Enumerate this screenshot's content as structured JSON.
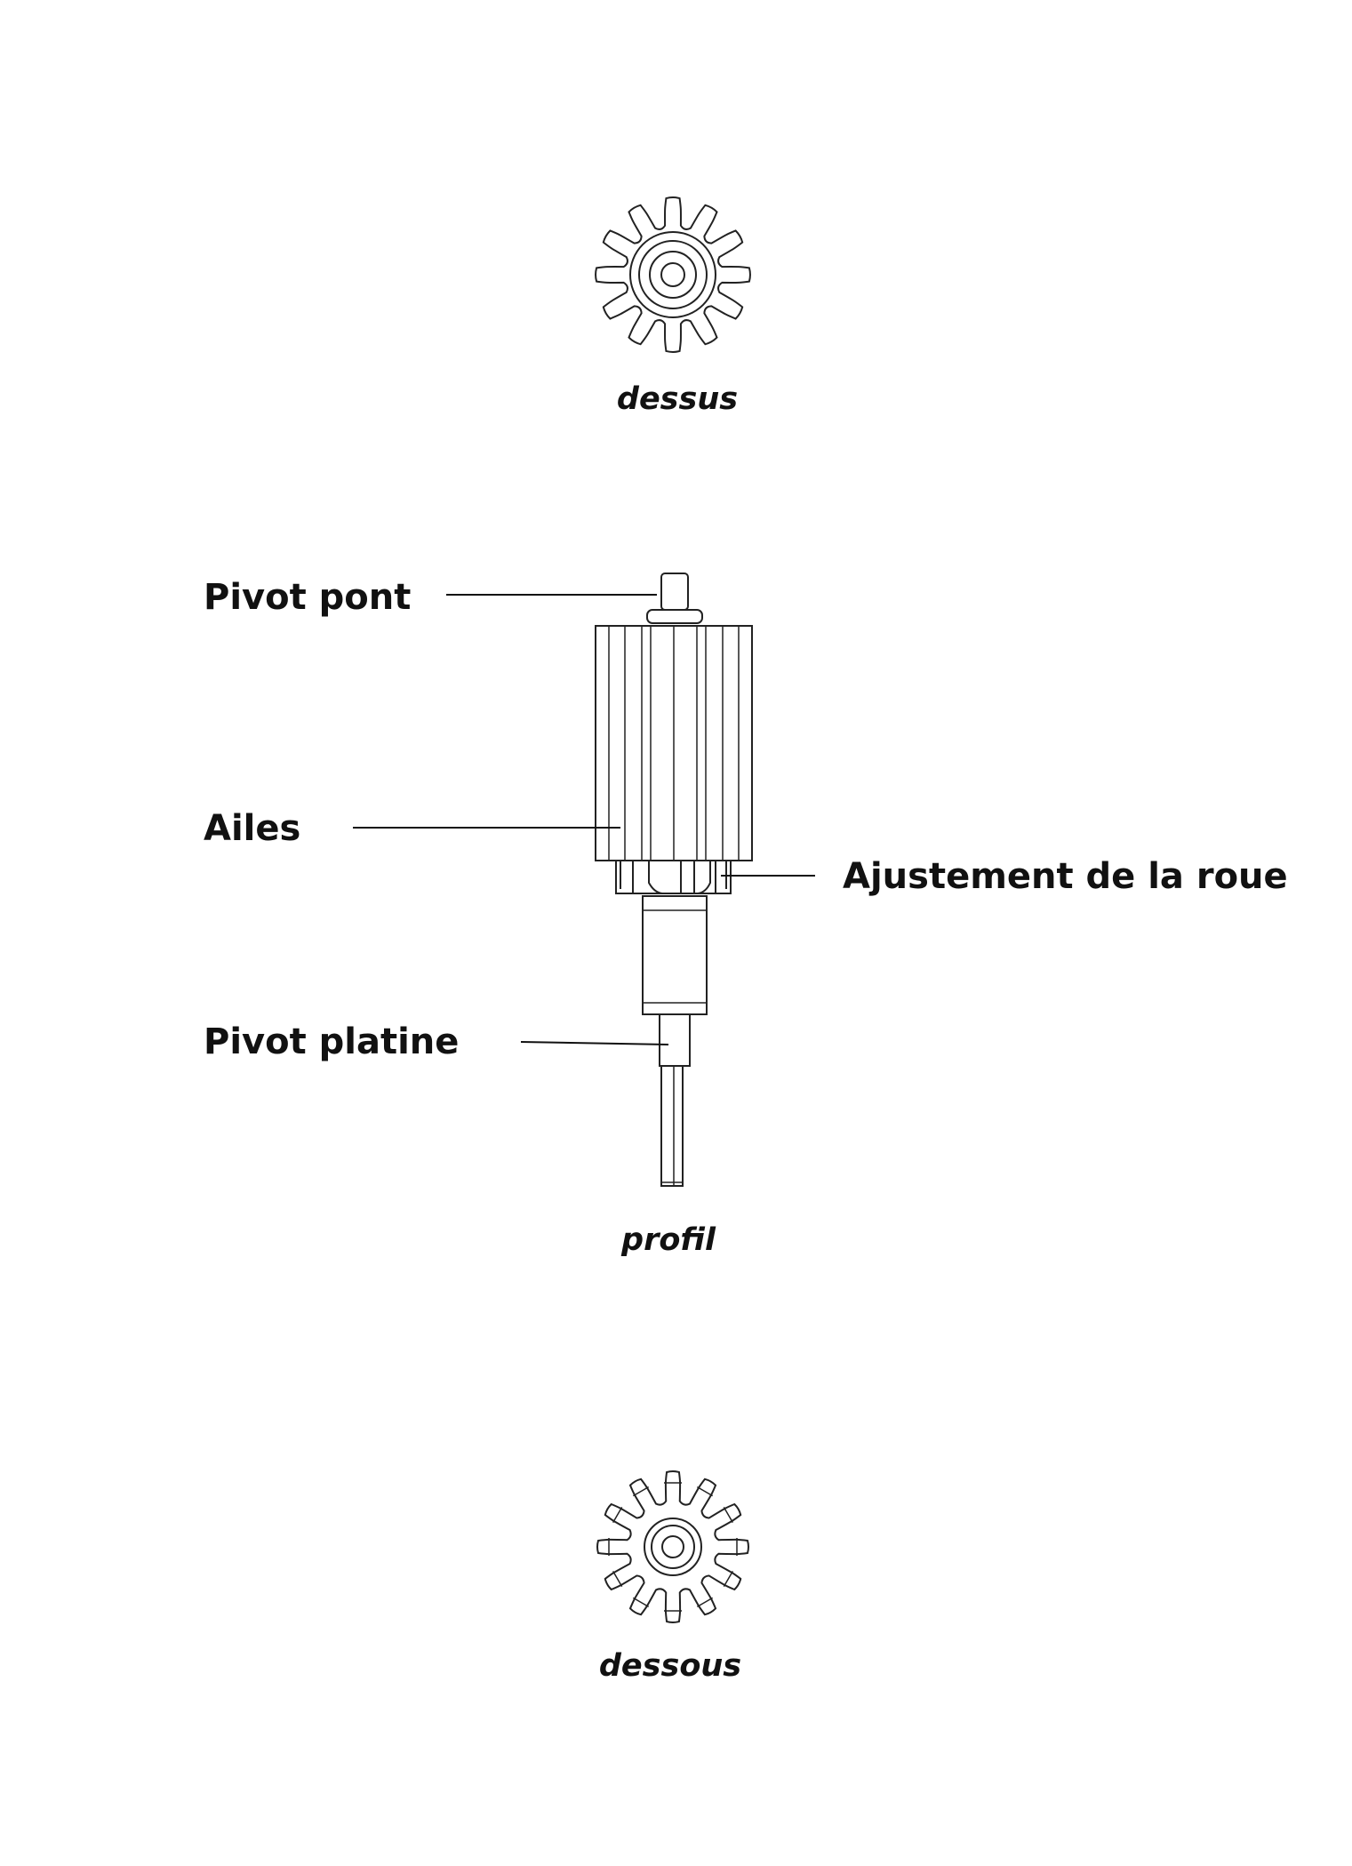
{
  "views": {
    "top_caption": "dessus",
    "profile_caption": "profil",
    "bottom_caption": "dessous"
  },
  "labels": {
    "pivot_pont": "Pivot pont",
    "ailes": "Ailes",
    "ajustement": "Ajustement de la roue",
    "pivot_platine": "Pivot platine"
  },
  "pinion": {
    "leaf_count": 12
  },
  "colors": {
    "line": "#222222",
    "text": "#111111",
    "background": "#ffffff"
  }
}
